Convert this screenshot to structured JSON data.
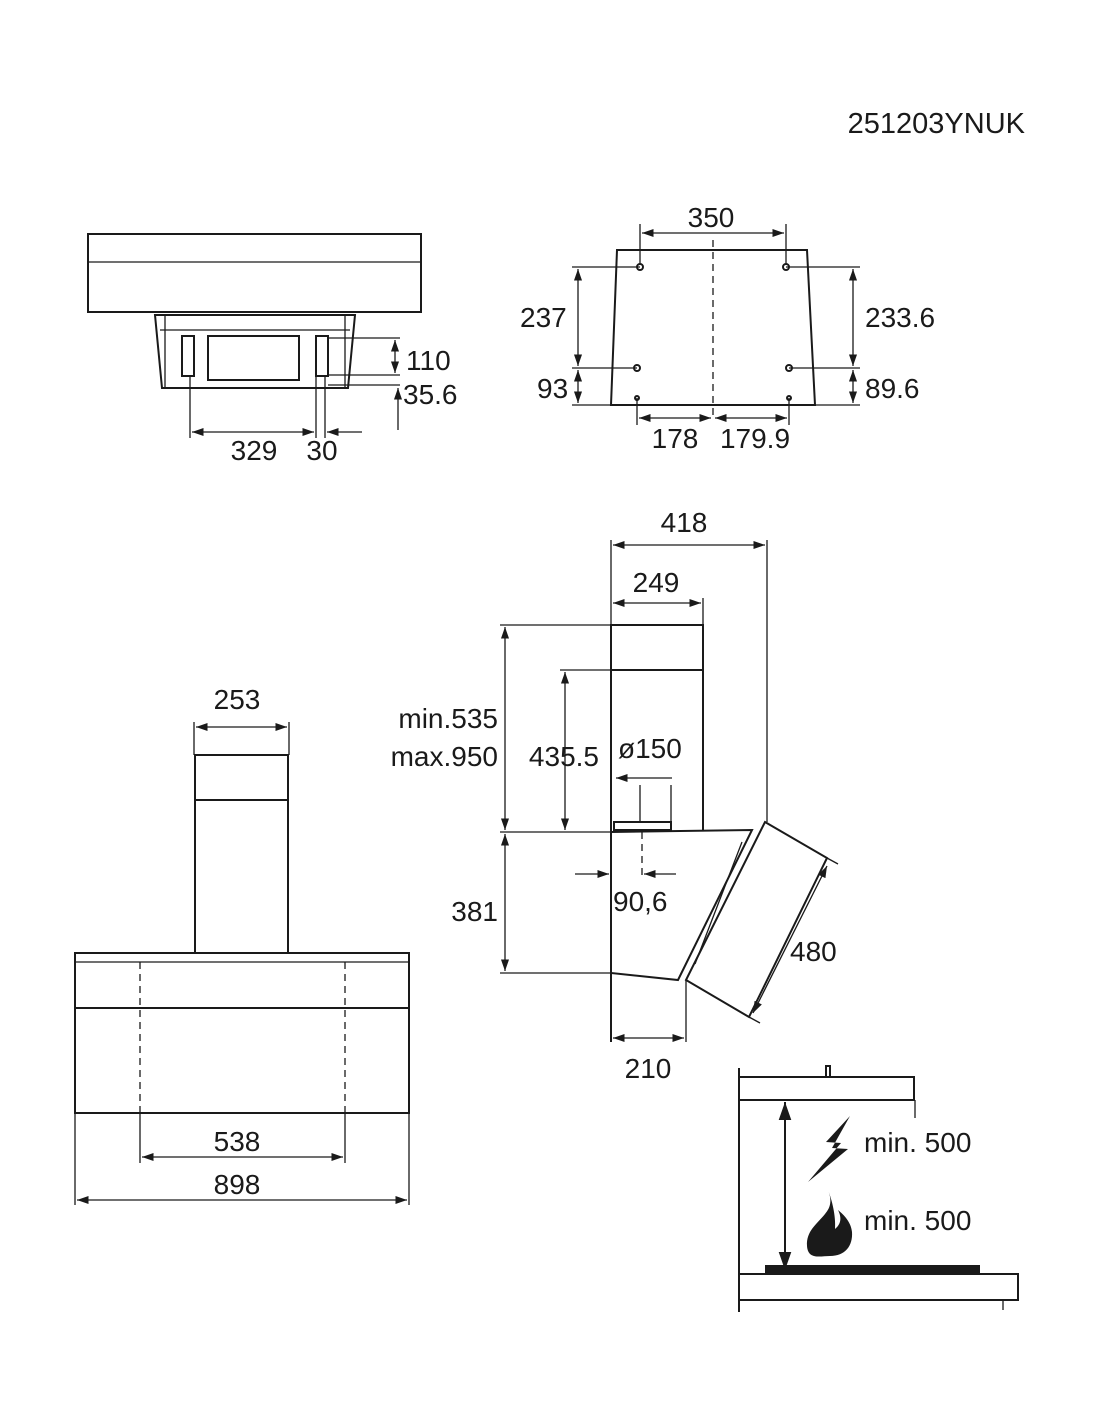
{
  "model_code": "251203YNUK",
  "top_view": {
    "dim_329": "329",
    "dim_30": "30",
    "dim_110": "110",
    "dim_35_6": "35.6"
  },
  "bracket": {
    "dim_350": "350",
    "dim_237": "237",
    "dim_233_6": "233.6",
    "dim_93": "93",
    "dim_89_6": "89.6",
    "dim_178": "178",
    "dim_179_9": "179.9"
  },
  "front_view": {
    "dim_253": "253",
    "dim_538": "538",
    "dim_898": "898"
  },
  "side_view": {
    "dim_418": "418",
    "dim_249": "249",
    "dim_min": "min.535",
    "dim_max": "max.950",
    "dim_435_5": "435.5",
    "dim_diameter": "ø150",
    "dim_381": "381",
    "dim_90_6": "90,6",
    "dim_480": "480",
    "dim_210": "210"
  },
  "clearance": {
    "electric_label": "min. 500",
    "gas_label": "min. 500",
    "electric_icon": "lightning-icon",
    "gas_icon": "flame-icon"
  }
}
